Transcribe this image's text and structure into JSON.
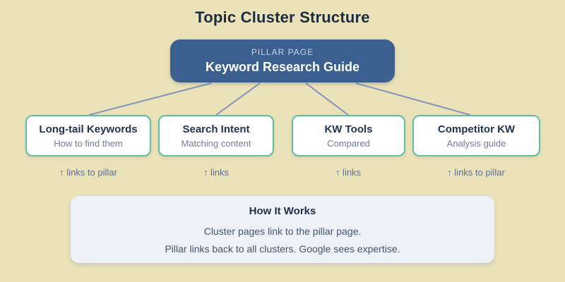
{
  "title": "Topic Cluster Structure",
  "pillar": {
    "label": "PILLAR PAGE",
    "title": "Keyword Research Guide"
  },
  "clusters": [
    {
      "title": "Long-tail Keywords",
      "subtitle": "How to find them",
      "link_label": "↑ links to pillar"
    },
    {
      "title": "Search Intent",
      "subtitle": "Matching content",
      "link_label": "↑ links"
    },
    {
      "title": "KW Tools",
      "subtitle": "Compared",
      "link_label": "↑ links"
    },
    {
      "title": "Competitor KW",
      "subtitle": "Analysis guide",
      "link_label": "↑ links to pillar"
    }
  ],
  "connections": [
    {
      "from": "pillar",
      "to": "Long-tail Keywords"
    },
    {
      "from": "pillar",
      "to": "Search Intent"
    },
    {
      "from": "pillar",
      "to": "KW Tools"
    },
    {
      "from": "pillar",
      "to": "Competitor KW"
    }
  ],
  "how_it_works": {
    "title": "How It Works",
    "lines": [
      "Cluster pages link to the pillar page.",
      "Pillar links back to all clusters. Google sees expertise."
    ]
  },
  "colors": {
    "background": "#EAE2B8",
    "pillar_bg": "#3B608F",
    "pillar_label_text": "#C7D5E8",
    "pillar_title_text": "#FFFFFF",
    "card_bg": "#FEFEFE",
    "card_border": "#5FBFA3",
    "card_title_text": "#243350",
    "card_subtitle_text": "#7080A0",
    "link_label_text": "#5E6E93",
    "connector": "#8593BA",
    "info_bg": "#EEF1F8",
    "info_title_text": "#223049",
    "info_body_text": "#44546F",
    "page_title_text": "#1F2B40"
  }
}
